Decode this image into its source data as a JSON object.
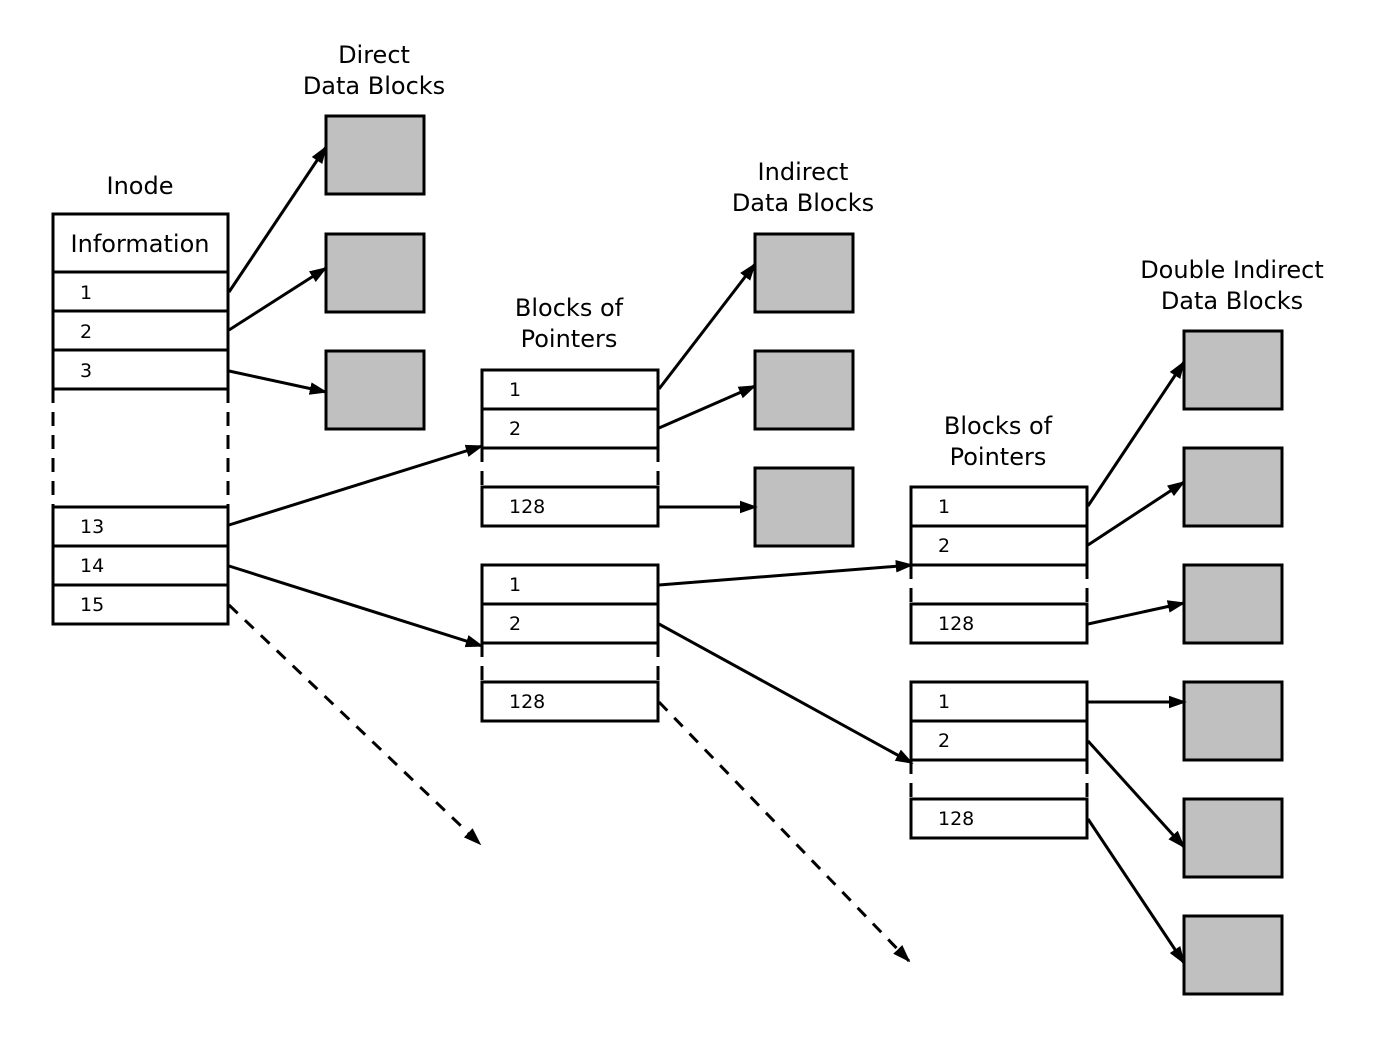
{
  "colors": {
    "stroke": "#000000",
    "data_block_fill": "#c0c0c0",
    "background": "#ffffff"
  },
  "headings": {
    "inode": "Inode",
    "direct": [
      "Direct",
      "Data Blocks"
    ],
    "pointers_1": [
      "Blocks of",
      "Pointers"
    ],
    "indirect": [
      "Indirect",
      "Data Blocks"
    ],
    "pointers_2": [
      "Blocks of",
      "Pointers"
    ],
    "double": [
      "Double Indirect",
      "Data Blocks"
    ]
  },
  "inode": {
    "info": "Information",
    "top_entries": [
      "1",
      "2",
      "3"
    ],
    "bottom_entries": [
      "13",
      "14",
      "15"
    ]
  },
  "pointer_blocks": {
    "indirect_a": [
      "1",
      "2",
      "128"
    ],
    "indirect_b": [
      "1",
      "2",
      "128"
    ],
    "double_a": [
      "1",
      "2",
      "128"
    ],
    "double_b": [
      "1",
      "2",
      "128"
    ]
  }
}
